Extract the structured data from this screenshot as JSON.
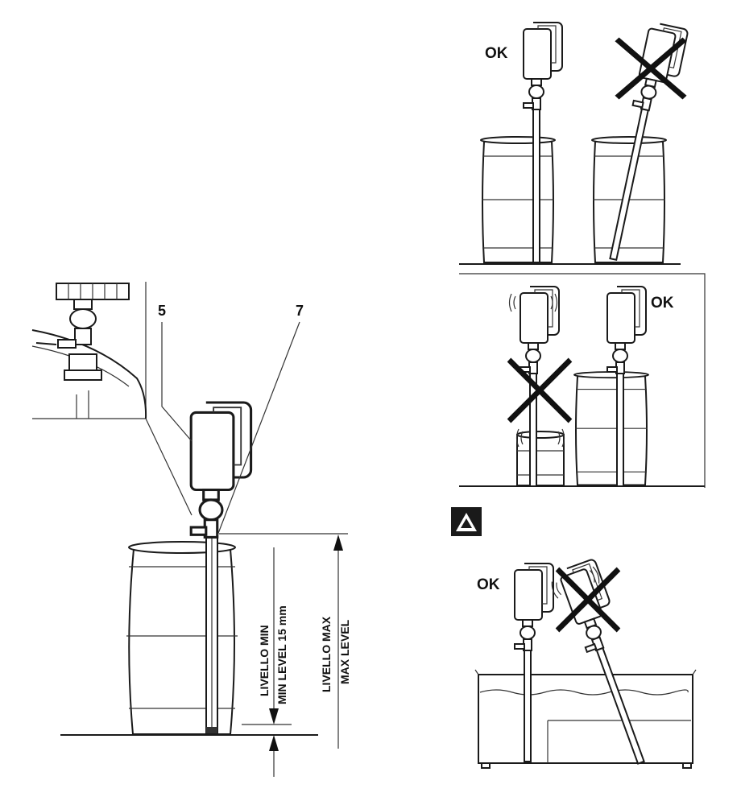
{
  "main_figure": {
    "callout_5": "5",
    "callout_7": "7",
    "min_level_line1": "LIVELLO MIN",
    "min_level_line2": "MIN LEVEL 15 mm",
    "max_level_line1": "LIVELLO MAX",
    "max_level_line2": "MAX LEVEL"
  },
  "panel_vertical": {
    "ok_label": "OK"
  },
  "panel_stable": {
    "ok_label": "OK"
  },
  "panel_tank": {
    "ok_label": "OK"
  },
  "warning_icon": "warning-triangle-icon",
  "colors": {
    "ink": "#1a1a1a",
    "background": "#ffffff"
  }
}
